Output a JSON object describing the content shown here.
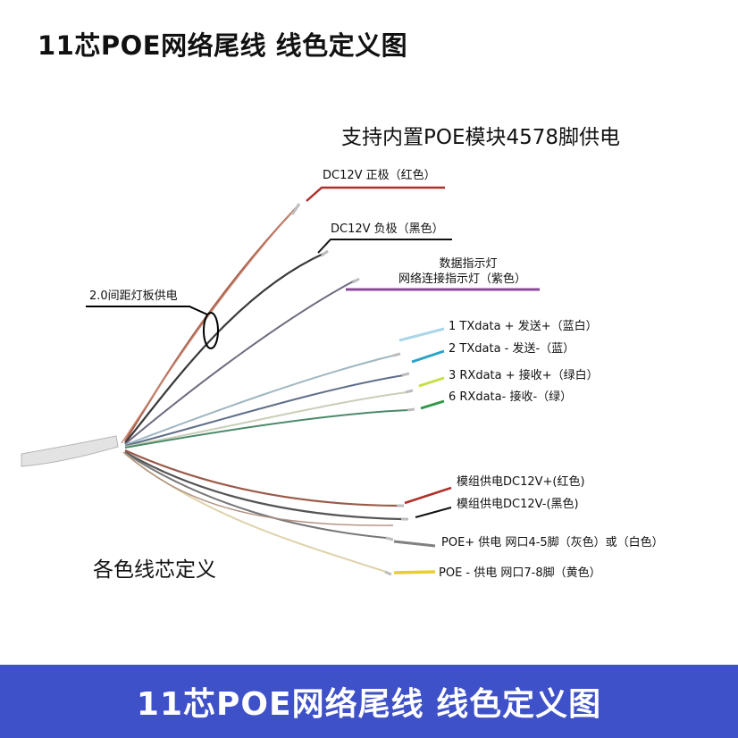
{
  "header": {
    "title": "11芯POE网络尾线 线色定义图",
    "subtitle": "支持内置POE模块4578脚供电"
  },
  "labels": {
    "dc12v_pos": "DC12V 正极（红色）",
    "dc12v_neg": "DC12V 负极（黑色）",
    "led_line1": "数据指示灯",
    "led_line2": "网络连接指示灯（紫色）",
    "spacing_power": "2.0间距灯板供电",
    "tx_pos": "1 TXdata + 发送+（蓝白）",
    "tx_neg": "2 TXdata - 发送-（蓝）",
    "rx_pos": "3 RXdata + 接收+（绿白）",
    "rx_neg": "6 RXdata- 接收-（绿）",
    "module_pos": "模组供电DC12V+(红色)",
    "module_neg": "模组供电DC12V-(黑色)",
    "poe_pos": "POE+ 供电 网口4-5脚（灰色）或（白色）",
    "poe_neg": "POE - 供电 网口7-8脚（黄色）"
  },
  "caption": "各色线芯定义",
  "footer": {
    "title": "11芯POE网络尾线 线色定义图"
  },
  "colors": {
    "red": "#b0302a",
    "black": "#222222",
    "purple": "#8a4a9c",
    "blue_white": "#a9d6e8",
    "blue": "#2aa3c6",
    "green_white": "#c6de44",
    "green": "#2f9a45",
    "gray": "#808080",
    "yellow": "#e7cf2f",
    "footer_bg": "#3f51c8"
  }
}
